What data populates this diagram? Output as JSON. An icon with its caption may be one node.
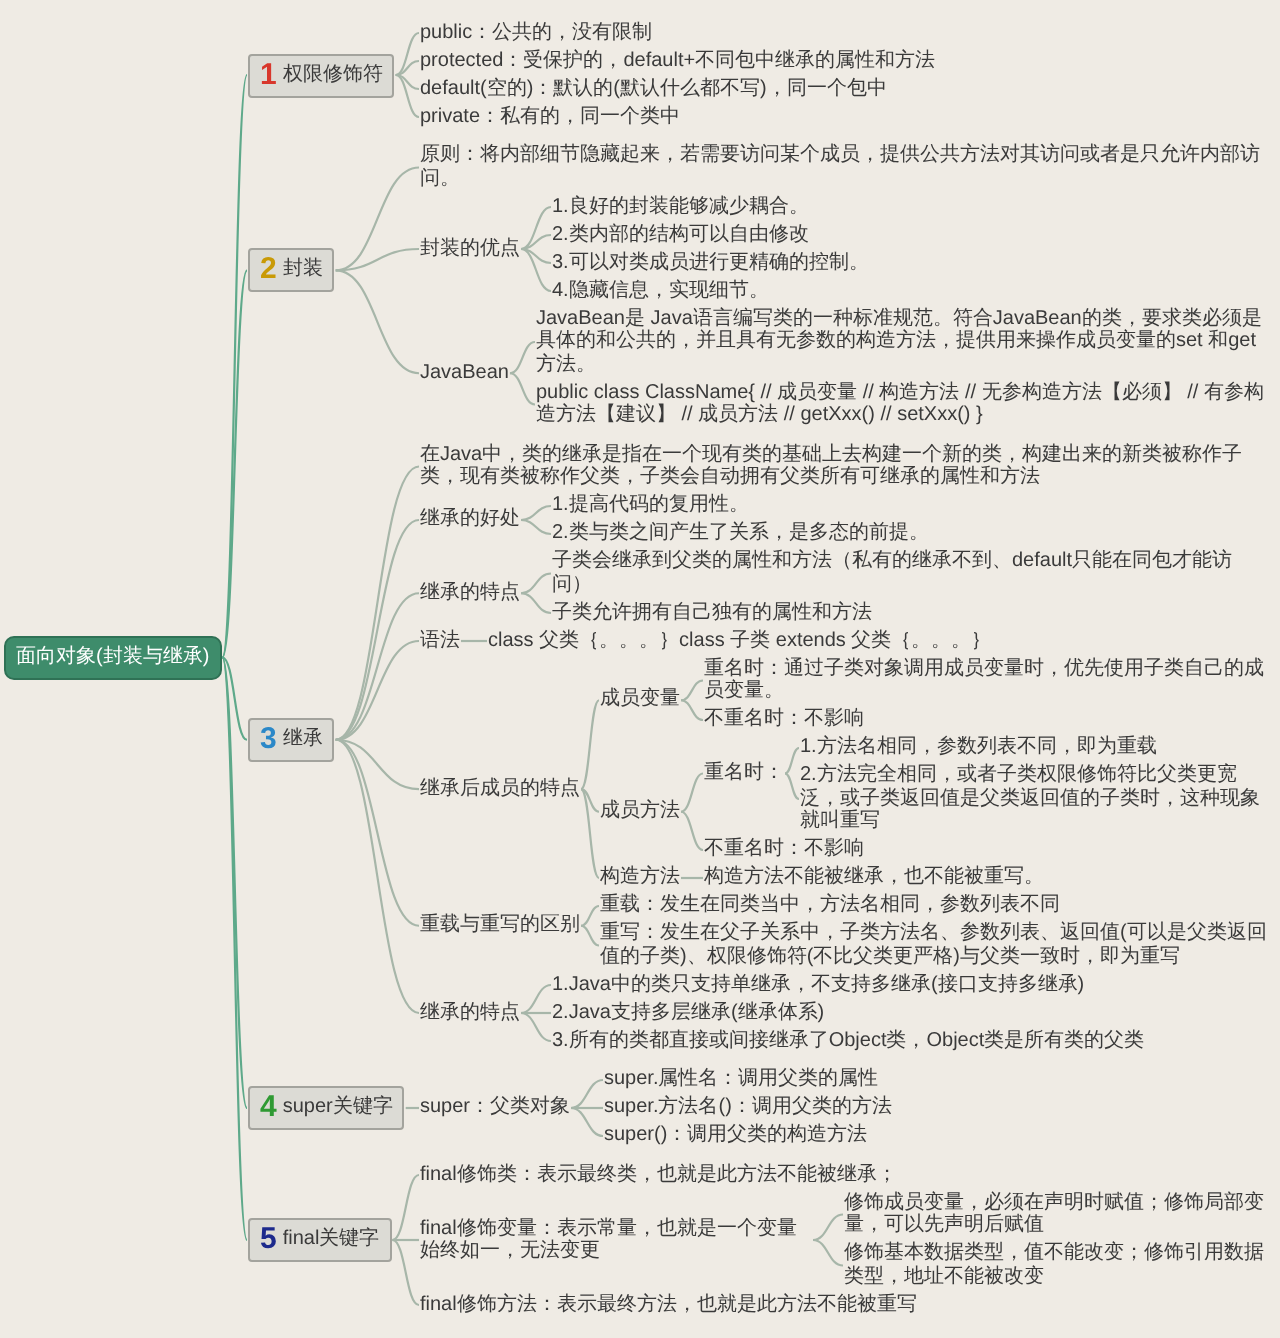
{
  "diagram": {
    "nodes": [
      {
        "text": [
          "面向对象(封装与继承)"
        ]
      },
      {
        "text": [
          "1",
          "权限修饰符"
        ]
      },
      {
        "text": [
          "public：公共的，没有限制"
        ]
      },
      {
        "text": [
          "protected：受保护的，default+不同包中继承的属性和方法"
        ]
      },
      {
        "text": [
          "default(空的)：默认的(默认什么都不写)，同一个包中"
        ]
      },
      {
        "text": [
          "private：私有的，同一个类中"
        ]
      },
      {
        "text": [
          "2",
          "封装"
        ]
      },
      {
        "text": [
          "原则：将内部细节隐藏起来，若需要访问某个成员，提供公共方法对其访问或者是只允许内部访问。"
        ]
      },
      {
        "text": [
          "封装的优点"
        ]
      },
      {
        "text": [
          "1.良好的封装能够减少耦合。"
        ]
      },
      {
        "text": [
          "2.类内部的结构可以自由修改"
        ]
      },
      {
        "text": [
          "3.可以对类成员进行更精确的控制。"
        ]
      },
      {
        "text": [
          "4.隐藏信息，实现细节。"
        ]
      },
      {
        "text": [
          "JavaBean"
        ]
      },
      {
        "text": [
          "JavaBean是 Java语言编写类的一种标准规范。符合JavaBean的类，要求类必须是具体的和公共的，并且具有无参数的构造方法，提供用来操作成员变量的set 和get 方法。"
        ]
      },
      {
        "text": [
          "public class ClassName{ // 成员变量 // 构造方法 // 无参构造方法【必须】 // 有参构造方法【建议】 // 成员方法 // getXxx() // setXxx() }"
        ]
      },
      {
        "text": [
          "3",
          "继承"
        ]
      },
      {
        "text": [
          "在Java中，类的继承是指在一个现有类的基础上去构建一个新的类，构建出来的新类被称作子类，现有类被称作父类，子类会自动拥有父类所有可继承的属性和方法"
        ]
      },
      {
        "text": [
          "继承的好处"
        ]
      },
      {
        "text": [
          "1.提高代码的复用性。"
        ]
      },
      {
        "text": [
          "2.类与类之间产生了关系，是多态的前提。"
        ]
      },
      {
        "text": [
          "继承的特点"
        ]
      },
      {
        "text": [
          "子类会继承到父类的属性和方法（私有的继承不到、default只能在同包才能访问）"
        ]
      },
      {
        "text": [
          "子类允许拥有自己独有的属性和方法"
        ]
      },
      {
        "text": [
          "语法"
        ]
      },
      {
        "text": [
          "class 父类｛。。。｝class 子类 extends 父类｛。。。｝"
        ]
      },
      {
        "text": [
          "继承后成员的特点"
        ]
      },
      {
        "text": [
          "成员变量"
        ]
      },
      {
        "text": [
          "重名时：通过子类对象调用成员变量时，优先使用子类自己的成员变量。"
        ]
      },
      {
        "text": [
          "不重名时：不影响"
        ]
      },
      {
        "text": [
          "成员方法"
        ]
      },
      {
        "text": [
          "重名时："
        ]
      },
      {
        "text": [
          "1.方法名相同，参数列表不同，即为重载"
        ]
      },
      {
        "text": [
          "2.方法完全相同，或者子类权限修饰符比父类更宽泛，或子类返回值是父类返回值的子类时，这种现象就叫重写"
        ]
      },
      {
        "text": [
          "不重名时：不影响"
        ]
      },
      {
        "text": [
          "构造方法"
        ]
      },
      {
        "text": [
          "构造方法不能被继承，也不能被重写。"
        ]
      },
      {
        "text": [
          "重载与重写的区别"
        ]
      },
      {
        "text": [
          "重载：发生在同类当中，方法名相同，参数列表不同"
        ]
      },
      {
        "text": [
          "重写：发生在父子关系中，子类方法名、参数列表、返回值(可以是父类返回值的子类)、权限修饰符(不比父类更严格)与父类一致时，即为重写"
        ]
      },
      {
        "text": [
          "继承的特点"
        ]
      },
      {
        "text": [
          "1.Java中的类只支持单继承，不支持多继承(接口支持多继承)"
        ]
      },
      {
        "text": [
          "2.Java支持多层继承(继承体系)"
        ]
      },
      {
        "text": [
          "3.所有的类都直接或间接继承了Object类，Object类是所有类的父类"
        ]
      },
      {
        "text": [
          "4",
          "super关键字"
        ]
      },
      {
        "text": [
          "super：父类对象"
        ]
      },
      {
        "text": [
          "super.属性名：调用父类的属性"
        ]
      },
      {
        "text": [
          "super.方法名()：调用父类的方法"
        ]
      },
      {
        "text": [
          "super()：调用父类的构造方法"
        ]
      },
      {
        "text": [
          "5",
          "final关键字"
        ]
      },
      {
        "text": [
          "final修饰类：表示最终类，也就是此方法不能被继承；"
        ]
      },
      {
        "text": [
          "final修饰变量：表示常量，也就是一个变量始终如一，无法变更"
        ]
      },
      {
        "text": [
          "修饰成员变量，必须在声明时赋值；修饰局部变量，可以先声明后赋值"
        ]
      },
      {
        "text": [
          "修饰基本数据类型，值不能改变；修饰引用数据类型，地址不能被改变"
        ]
      },
      {
        "text": [
          "final修饰方法：表示最终方法，也就是此方法不能被重写"
        ]
      }
    ],
    "edges": [
      {
        "from": 0,
        "to": 1,
        "arrow": "none",
        "color": "#5ea98a"
      },
      {
        "from": 0,
        "to": 6,
        "arrow": "none",
        "color": "#5ea98a"
      },
      {
        "from": 0,
        "to": 16,
        "arrow": "none",
        "color": "#5ea98a"
      },
      {
        "from": 0,
        "to": 44,
        "arrow": "none",
        "color": "#5ea98a"
      },
      {
        "from": 0,
        "to": 49,
        "arrow": "none",
        "color": "#5ea98a"
      },
      {
        "from": 1,
        "to": 2,
        "arrow": "none"
      },
      {
        "from": 1,
        "to": 3,
        "arrow": "none"
      },
      {
        "from": 1,
        "to": 4,
        "arrow": "none"
      },
      {
        "from": 1,
        "to": 5,
        "arrow": "none"
      },
      {
        "from": 6,
        "to": 7,
        "arrow": "none"
      },
      {
        "from": 6,
        "to": 8,
        "arrow": "none"
      },
      {
        "from": 6,
        "to": 13,
        "arrow": "none"
      },
      {
        "from": 8,
        "to": 9,
        "arrow": "none"
      },
      {
        "from": 8,
        "to": 10,
        "arrow": "none"
      },
      {
        "from": 8,
        "to": 11,
        "arrow": "none"
      },
      {
        "from": 8,
        "to": 12,
        "arrow": "none"
      },
      {
        "from": 13,
        "to": 14,
        "arrow": "none"
      },
      {
        "from": 13,
        "to": 15,
        "arrow": "none"
      },
      {
        "from": 16,
        "to": 17,
        "arrow": "none"
      },
      {
        "from": 16,
        "to": 18,
        "arrow": "none"
      },
      {
        "from": 16,
        "to": 21,
        "arrow": "none"
      },
      {
        "from": 16,
        "to": 24,
        "arrow": "none"
      },
      {
        "from": 16,
        "to": 26,
        "arrow": "none"
      },
      {
        "from": 16,
        "to": 37,
        "arrow": "none"
      },
      {
        "from": 16,
        "to": 40,
        "arrow": "none"
      },
      {
        "from": 18,
        "to": 19,
        "arrow": "none"
      },
      {
        "from": 18,
        "to": 20,
        "arrow": "none"
      },
      {
        "from": 21,
        "to": 22,
        "arrow": "none"
      },
      {
        "from": 21,
        "to": 23,
        "arrow": "none"
      },
      {
        "from": 24,
        "to": 25,
        "arrow": "none"
      },
      {
        "from": 26,
        "to": 27,
        "arrow": "none"
      },
      {
        "from": 26,
        "to": 30,
        "arrow": "none"
      },
      {
        "from": 26,
        "to": 35,
        "arrow": "none"
      },
      {
        "from": 27,
        "to": 28,
        "arrow": "none"
      },
      {
        "from": 27,
        "to": 29,
        "arrow": "none"
      },
      {
        "from": 30,
        "to": 31,
        "arrow": "none"
      },
      {
        "from": 30,
        "to": 34,
        "arrow": "none"
      },
      {
        "from": 31,
        "to": 32,
        "arrow": "none"
      },
      {
        "from": 31,
        "to": 33,
        "arrow": "none"
      },
      {
        "from": 35,
        "to": 36,
        "arrow": "none"
      },
      {
        "from": 37,
        "to": 38,
        "arrow": "none"
      },
      {
        "from": 37,
        "to": 39,
        "arrow": "none"
      },
      {
        "from": 40,
        "to": 41,
        "arrow": "none"
      },
      {
        "from": 40,
        "to": 42,
        "arrow": "none"
      },
      {
        "from": 40,
        "to": 43,
        "arrow": "none"
      },
      {
        "from": 44,
        "to": 45,
        "arrow": "none"
      },
      {
        "from": 45,
        "to": 46,
        "arrow": "none"
      },
      {
        "from": 45,
        "to": 47,
        "arrow": "none"
      },
      {
        "from": 45,
        "to": 48,
        "arrow": "none"
      },
      {
        "from": 49,
        "to": 50,
        "arrow": "none"
      },
      {
        "from": 49,
        "to": 51,
        "arrow": "none"
      },
      {
        "from": 49,
        "to": 54,
        "arrow": "none"
      },
      {
        "from": 51,
        "to": 52,
        "arrow": "none"
      },
      {
        "from": 51,
        "to": 53,
        "arrow": "none"
      }
    ]
  }
}
